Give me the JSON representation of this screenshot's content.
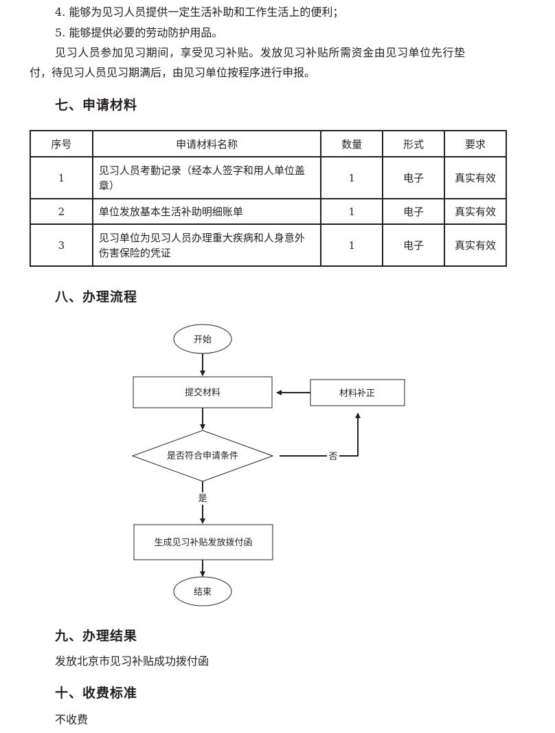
{
  "intro": {
    "lines": [
      "4. 能够为见习人员提供一定生活补助和工作生活上的便利；",
      "5. 能够提供必要的劳动防护用品。",
      "见习人员参加见习期间，享受见习补贴。发放见习补贴所需资金由见习单位先行垫",
      "付，待见习人员见习期满后，由见习单位按程序进行申报。"
    ]
  },
  "section7": {
    "title": "七、申请材料",
    "headers": [
      "序号",
      "申请材料名称",
      "数量",
      "形式",
      "要求"
    ],
    "rows": [
      [
        "1",
        "见习人员考勤记录（经本人签字和用人单位盖章）",
        "1",
        "电子",
        "真实有效"
      ],
      [
        "2",
        "单位发放基本生活补助明细账单",
        "1",
        "电子",
        "真实有效"
      ],
      [
        "3",
        "见习单位为见习人员办理重大疾病和人身意外伤害保险的凭证",
        "1",
        "电子",
        "真实有效"
      ]
    ]
  },
  "section8": {
    "title": "八、办理流程",
    "flow": {
      "start": "开始",
      "submit": "提交材料",
      "supplement": "材料补正",
      "decision": "是否符合申请条件",
      "no": "否",
      "yes": "是",
      "generate": "生成见习补贴发放拨付函",
      "end": "结束"
    }
  },
  "section9": {
    "title": "九、办理结果",
    "text": "发放北京市见习补贴成功拨付函"
  },
  "section10": {
    "title": "十、收费标准",
    "text": "不收费"
  }
}
